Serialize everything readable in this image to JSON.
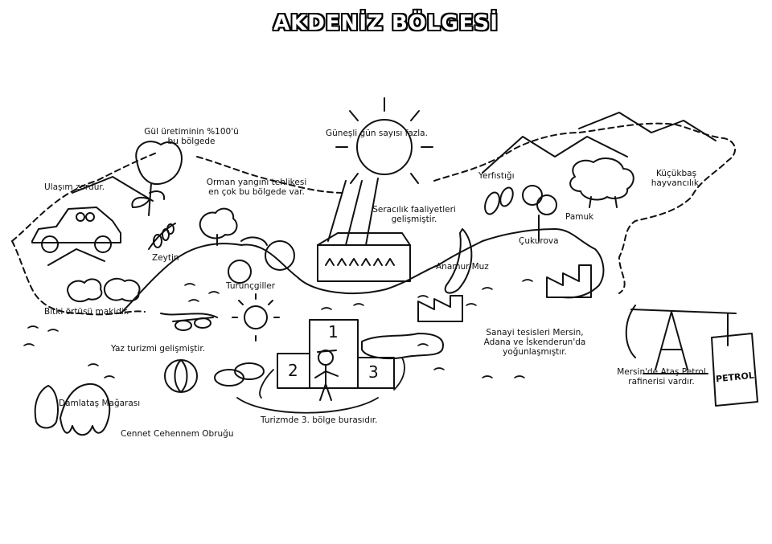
{
  "title": "AKDENİZ BÖLGESİ",
  "labels": {
    "gul": [
      "Gül üretiminin %100'ü",
      "bu bölgede"
    ],
    "gunes": "Güneşli gün sayısı fazla.",
    "kucukbas": [
      "Küçükbaş",
      "hayvancılık."
    ],
    "ulasim": "Ulaşım zordur.",
    "orman": [
      "Orman yangını tehlikesi",
      "en çok bu bölgede var."
    ],
    "yerfistigi": "Yerfıstığı",
    "seracilik": [
      "Seracılık faaliyetleri",
      "gelişmiştir."
    ],
    "pamuk": "Pamuk",
    "zeytin": "Zeytin",
    "cukurova": "Çukurova",
    "anamur": "Anamur-Muz",
    "turuncgiller": "Turunçgiller",
    "bitki": "Bitki örtüsü makidir.",
    "sanayi": [
      "Sanayi tesisleri Mersin,",
      "Adana ve İskenderun'da",
      "yoğunlaşmıştır."
    ],
    "yaz": "Yaz turizmi gelişmiştir.",
    "mersin_petrol": [
      "Mersin'de Ataş Petrol",
      "rafinerisi vardır."
    ],
    "damlatas": "Damlataş Mağarası",
    "cennet": "Cennet Cehennem Obruğu",
    "turizm": "Turizmde 3. bölge burasıdır.",
    "petrol_barrel": "PETROL",
    "podium": [
      "1",
      "2",
      "3"
    ]
  },
  "icons": [
    "sun-icon",
    "rose-icon",
    "car-icon",
    "greenhouse-icon",
    "sheep-icon",
    "peanut-icon",
    "cotton-icon",
    "olive-icon",
    "tree-icon",
    "orange-icon",
    "banana-icon",
    "factory-icon",
    "oil-pump-icon",
    "barrel-icon",
    "beach-ball-icon",
    "slippers-icon",
    "sunglasses-icon",
    "podium-icon",
    "tourist-icon",
    "cave-icon",
    "bush-icon"
  ]
}
